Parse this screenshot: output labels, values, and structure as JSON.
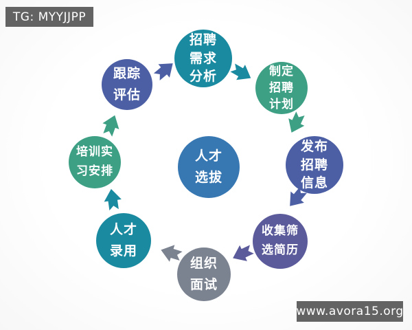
{
  "header": {
    "tg_badge": "TG: MYYJJPP"
  },
  "footer": {
    "site_badge": "www.avora15.org"
  },
  "colors": {
    "badge_bg": "#636363",
    "badge_text": "#ffffff",
    "teal": "#1a8aa0",
    "green": "#3da085",
    "blue_purple": "#4c5fa5",
    "purple": "#5b5a9b",
    "gray": "#7b8290",
    "center_blue": "#3778b3",
    "circle_text": "#ffffff"
  },
  "diagram": {
    "center": {
      "label": "人才选拔",
      "lines": [
        "人才",
        "选拔"
      ],
      "color": "#3778b3"
    },
    "steps": [
      {
        "label": "招聘需求分析",
        "lines": [
          "招聘",
          "需求",
          "分析"
        ],
        "color": "#1a8aa0"
      },
      {
        "label": "制定招聘计划",
        "lines": [
          "制定",
          "招聘",
          "计划"
        ],
        "color": "#3da085"
      },
      {
        "label": "发布招聘信息",
        "lines": [
          "发布",
          "招聘",
          "信息"
        ],
        "color": "#4c5fa5"
      },
      {
        "label": "收集筛选简历",
        "lines": [
          "收集筛",
          "选简历"
        ],
        "color": "#5b5a9b"
      },
      {
        "label": "组织面试",
        "lines": [
          "组织",
          "面试"
        ],
        "color": "#7b8290"
      },
      {
        "label": "人才录用",
        "lines": [
          "人才",
          "录用"
        ],
        "color": "#1a8aa0"
      },
      {
        "label": "培训实习安排",
        "lines": [
          "培训实",
          "习安排"
        ],
        "color": "#3da085"
      },
      {
        "label": "跟踪评估",
        "lines": [
          "跟踪",
          "评估"
        ],
        "color": "#4c5fa5"
      }
    ],
    "arrows": [
      {
        "from": "招聘需求分析",
        "to": "制定招聘计划",
        "color": "#1a8aa0"
      },
      {
        "from": "制定招聘计划",
        "to": "发布招聘信息",
        "color": "#3da085"
      },
      {
        "from": "发布招聘信息",
        "to": "收集筛选简历",
        "color": "#4c5fa5"
      },
      {
        "from": "收集筛选简历",
        "to": "组织面试",
        "color": "#5b5a9b"
      },
      {
        "from": "组织面试",
        "to": "人才录用",
        "color": "#7b8290"
      },
      {
        "from": "人才录用",
        "to": "培训实习安排",
        "color": "#1a8aa0"
      },
      {
        "from": "培训实习安排",
        "to": "跟踪评估",
        "color": "#3da085"
      },
      {
        "from": "跟踪评估",
        "to": "招聘需求分析",
        "color": "#4c5fa5"
      }
    ]
  }
}
